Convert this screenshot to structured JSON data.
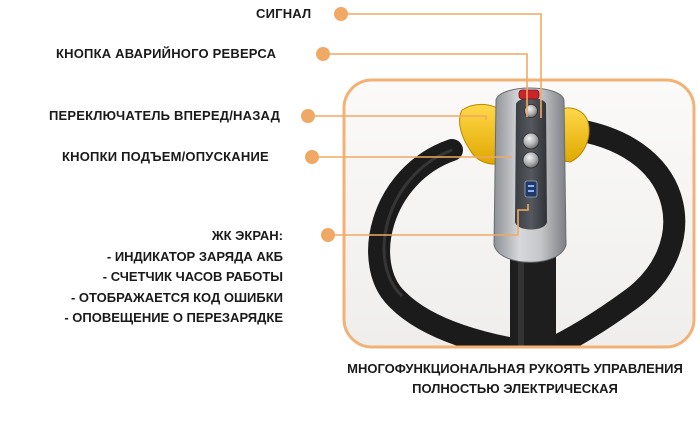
{
  "labels": {
    "signal": "СИГНАЛ",
    "emergency_reverse": "КНОПКА АВАРИЙНОГО РЕВЕРСА",
    "forward_backward": "ПЕРЕКЛЮЧАТЕЛЬ ВПЕРЕД/НАЗАД",
    "lift_lower": "КНОПКИ ПОДЪЕМ/ОПУСКАНИЕ"
  },
  "lcd": {
    "title": "ЖК ЭКРАН:",
    "items": [
      "- ИНДИКАТОР ЗАРЯДА АКБ",
      "- СЧЕТЧИК ЧАСОВ РАБОТЫ",
      "- ОТОБРАЖАЕТСЯ КОД ОШИБКИ",
      "- ОПОВЕЩЕНИЕ О ПЕРЕЗАРЯДКЕ"
    ]
  },
  "caption": {
    "line1": "МНОГОФУНКЦИОНАЛЬНАЯ РУКОЯТЬ УПРАВЛЕНИЯ",
    "line2": "ПОЛНОСТЬЮ ЭЛЕКТРИЧЕСКАЯ"
  },
  "colors": {
    "accent": "#f0a964",
    "frame": "#f2b276",
    "handle": "#1b1b1b",
    "grip": "#f4c400",
    "head_silver": "#b9bcc0"
  },
  "icons": [
    "signal-button-icon",
    "emergency-reverse-button-icon",
    "lift-button-icon",
    "lower-button-icon",
    "lcd-screen-icon"
  ]
}
